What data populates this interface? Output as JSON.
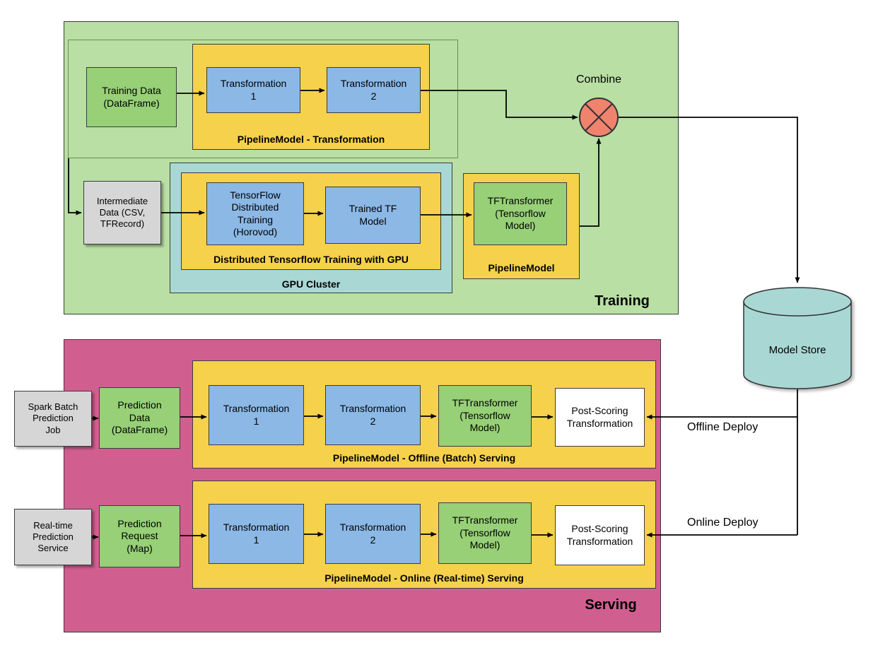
{
  "colors": {
    "training_bg": "#b9dfa4",
    "serving_bg": "#d05f90",
    "pipeline_yellow": "#f5d14c",
    "transformation_blue": "#8cb8e6",
    "data_green": "#97d077",
    "cluster_teal": "#a9d8d4",
    "source_gray": "#d6d6d6",
    "post_scoring_white": "#ffffff",
    "combine_circle": "#f0836e",
    "line_color": "#000000"
  },
  "training": {
    "section_label": "Training",
    "training_data": "Training Data\n(DataFrame)",
    "pipeline_transformation": {
      "label": "PipelineModel - Transformation",
      "transformation_1": "Transformation\n1",
      "transformation_2": "Transformation\n2"
    },
    "intermediate_data": "Intermediate\nData (CSV,\nTFRecord)",
    "gpu_cluster": {
      "label": "GPU Cluster",
      "distributed_training": {
        "label": "Distributed Tensorflow Training with GPU",
        "tensorflow_training": "TensorFlow\nDistributed\nTraining\n(Horovod)",
        "trained_model": "Trained TF\nModel"
      }
    },
    "pipeline_model": {
      "label": "PipelineModel",
      "tf_transformer": "TFTransformer\n(Tensorflow\nModel)"
    },
    "combine_label": "Combine"
  },
  "model_store": {
    "label": "Model Store"
  },
  "serving": {
    "section_label": "Serving",
    "offline": {
      "source": "Spark Batch\nPrediction\nJob",
      "input": "Prediction\nData\n(DataFrame)",
      "pipeline_label": "PipelineModel - Offline (Batch) Serving",
      "transformation_1": "Transformation\n1",
      "transformation_2": "Transformation\n2",
      "tf_transformer": "TFTransformer\n(Tensorflow\nModel)",
      "post_scoring": "Post-Scoring\nTransformation",
      "deploy_label": "Offline Deploy"
    },
    "online": {
      "source": "Real-time\nPrediction\nService",
      "input": "Prediction\nRequest\n(Map)",
      "pipeline_label": "PipelineModel - Online (Real-time) Serving",
      "transformation_1": "Transformation\n1",
      "transformation_2": "Transformation\n2",
      "tf_transformer": "TFTransformer\n(Tensorflow\nModel)",
      "post_scoring": "Post-Scoring\nTransformation",
      "deploy_label": "Online Deploy"
    }
  }
}
